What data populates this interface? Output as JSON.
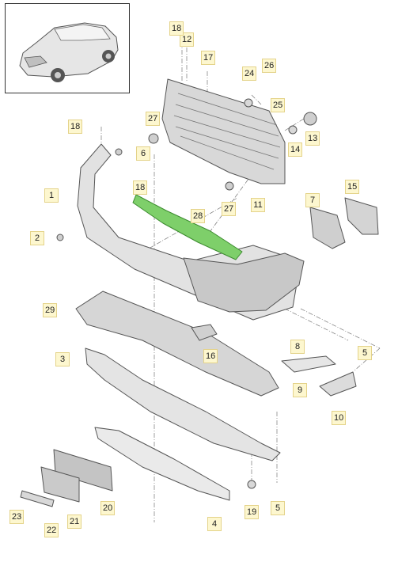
{
  "diagram": {
    "callouts": [
      {
        "id": "c1",
        "label": "1"
      },
      {
        "id": "c2",
        "label": "2"
      },
      {
        "id": "c3",
        "label": "3"
      },
      {
        "id": "c4",
        "label": "4"
      },
      {
        "id": "c5a",
        "label": "5"
      },
      {
        "id": "c5b",
        "label": "5"
      },
      {
        "id": "c6",
        "label": "6"
      },
      {
        "id": "c7",
        "label": "7"
      },
      {
        "id": "c8",
        "label": "8"
      },
      {
        "id": "c9",
        "label": "9"
      },
      {
        "id": "c10",
        "label": "10"
      },
      {
        "id": "c11",
        "label": "11"
      },
      {
        "id": "c12",
        "label": "12"
      },
      {
        "id": "c13",
        "label": "13"
      },
      {
        "id": "c14",
        "label": "14"
      },
      {
        "id": "c15",
        "label": "15"
      },
      {
        "id": "c16",
        "label": "16"
      },
      {
        "id": "c17",
        "label": "17"
      },
      {
        "id": "c18a",
        "label": "18"
      },
      {
        "id": "c18b",
        "label": "18"
      },
      {
        "id": "c18c",
        "label": "18"
      },
      {
        "id": "c19",
        "label": "19"
      },
      {
        "id": "c20",
        "label": "20"
      },
      {
        "id": "c21",
        "label": "21"
      },
      {
        "id": "c22",
        "label": "22"
      },
      {
        "id": "c23",
        "label": "23"
      },
      {
        "id": "c24",
        "label": "24"
      },
      {
        "id": "c25",
        "label": "25"
      },
      {
        "id": "c26",
        "label": "26"
      },
      {
        "id": "c27a",
        "label": "27"
      },
      {
        "id": "c27b",
        "label": "27"
      },
      {
        "id": "c28",
        "label": "28"
      },
      {
        "id": "c29",
        "label": "29"
      }
    ],
    "colors": {
      "callout_bg": "#fdf7cf",
      "part_line": "#555555",
      "part_fill": "#dcdcdc",
      "highlight": "#7ecf6a"
    }
  }
}
